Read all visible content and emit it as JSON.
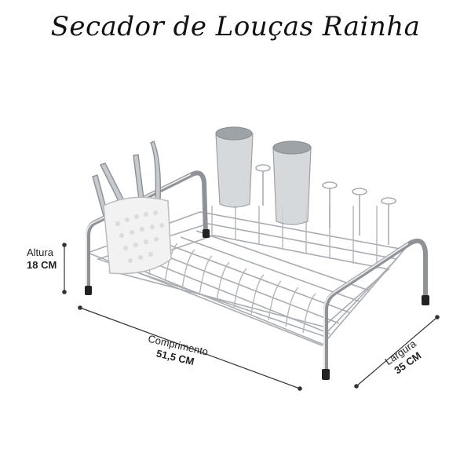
{
  "title": "Secador de Louças Rainha",
  "dimensions": {
    "height": {
      "label": "Altura",
      "value": "18 CM"
    },
    "length": {
      "label": "Comprimento",
      "value": "51,5 CM"
    },
    "width": {
      "label": "Largura",
      "value": "35 CM"
    }
  },
  "colors": {
    "chrome": "#b9bcc0",
    "chrome_dark": "#7d8186",
    "feet": "#222222",
    "glass": "#c9cdd1",
    "cup": "#f2f2f2"
  }
}
